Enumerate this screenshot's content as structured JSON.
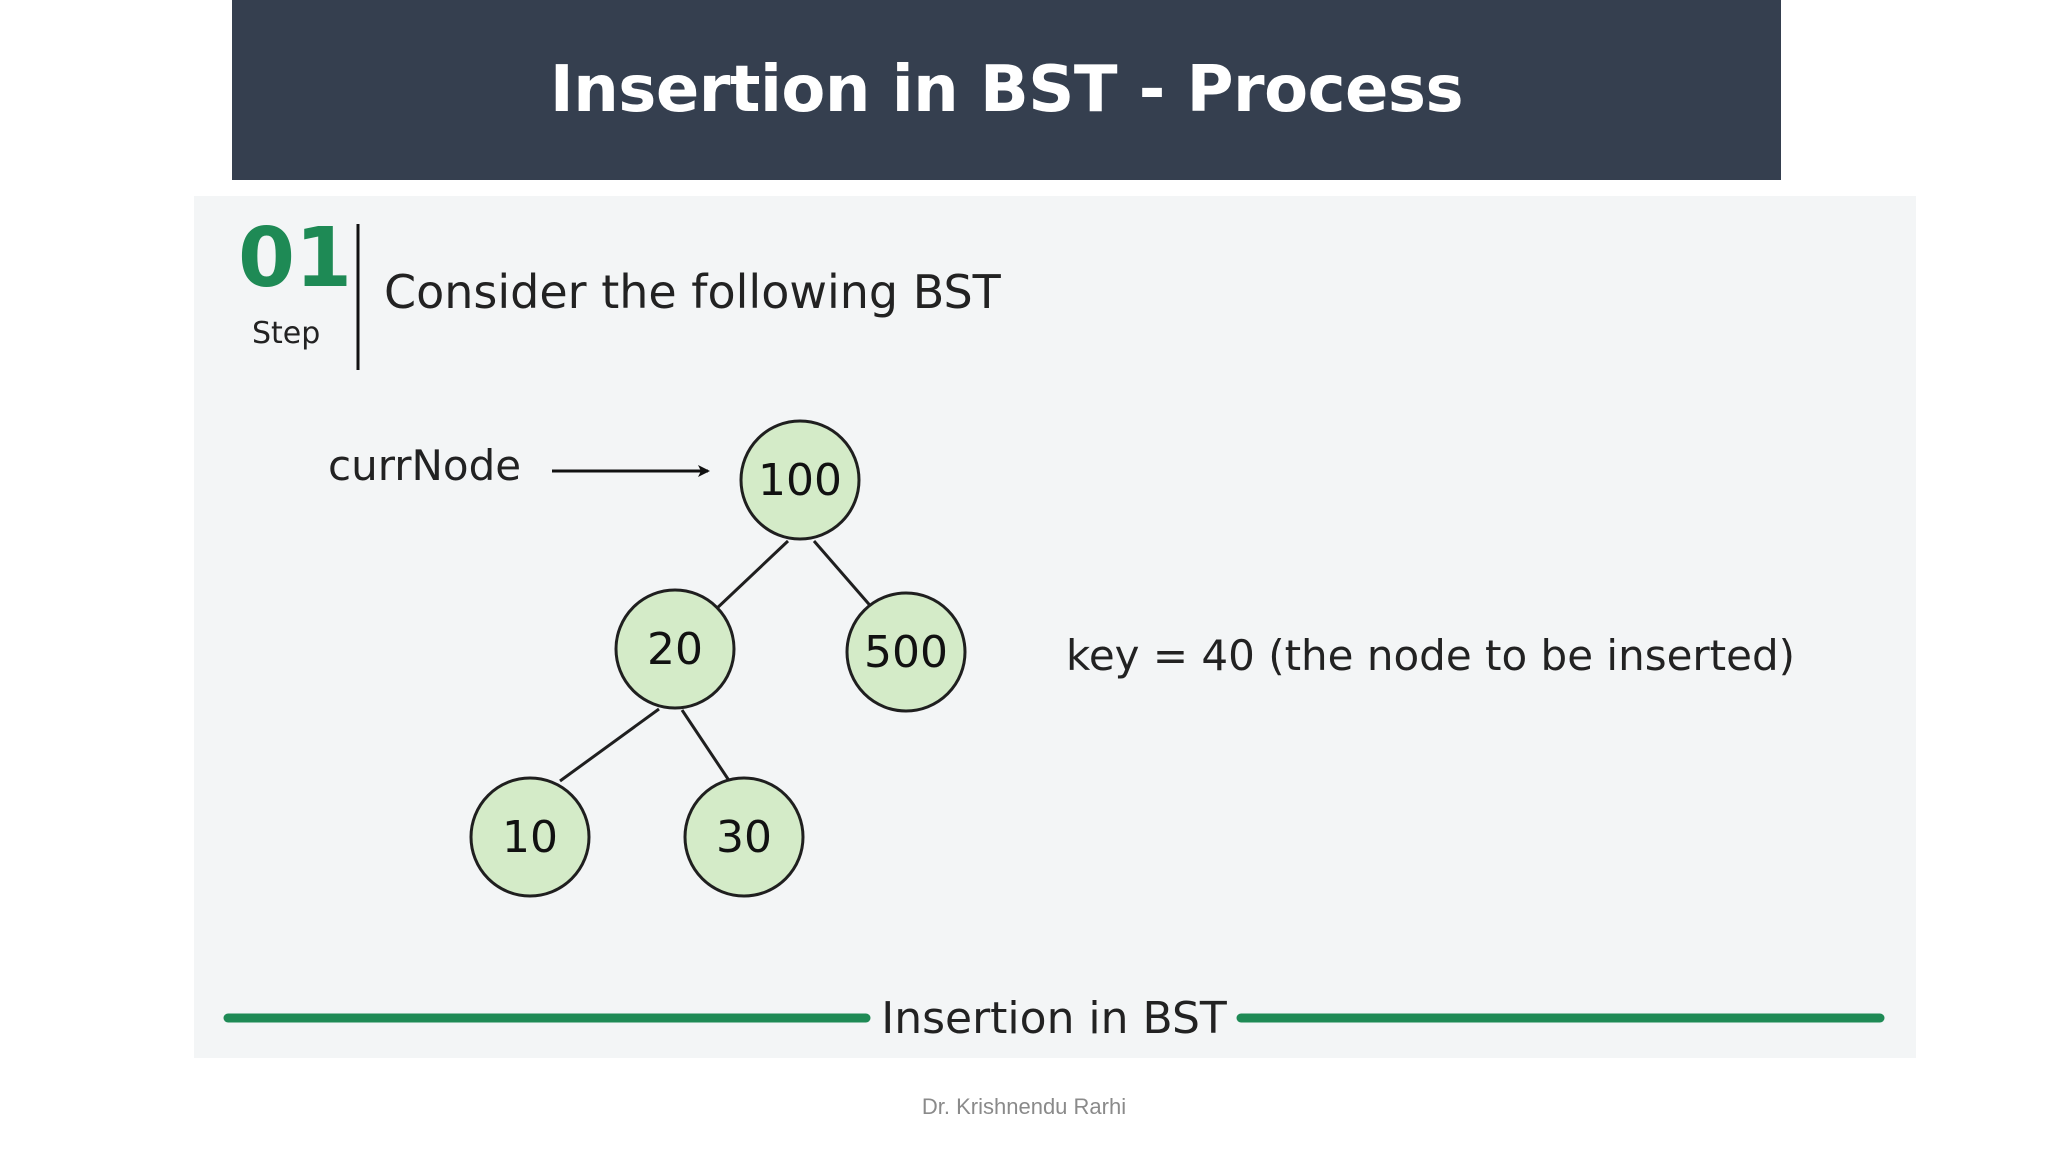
{
  "slide": {
    "title": "Insertion in BST - Process",
    "footer": "Dr. Krishnendu Rarhi"
  },
  "diagram": {
    "step_number": "01",
    "step_label": "Step",
    "heading": "Consider the following BST",
    "pointer_label": "currNode",
    "key_text": "key = 40 (the node to be inserted)",
    "caption": "Insertion in BST",
    "nodes": {
      "root": "100",
      "left": "20",
      "right": "500",
      "left_left": "10",
      "left_right": "30"
    },
    "colors": {
      "accent_green": "#1e8a55",
      "node_fill": "#d4ebc8",
      "title_bar": "#353f4f",
      "panel_bg": "#f3f5f6"
    }
  }
}
